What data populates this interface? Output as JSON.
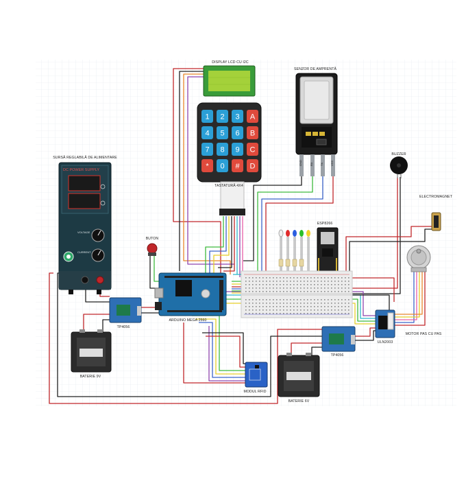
{
  "labels": {
    "lcd": "DISPLAY LCD CU I2C",
    "keypad": "TASTATURĂ 4X4",
    "fingerprint": "SENZOR DE AMPRENTĂ",
    "fp_pins": [
      "GND",
      "RX",
      "TX",
      "VCC"
    ],
    "buzzer": "BUZZER",
    "electromagnet": "ELECTROMAGNET",
    "psu": "SURSĂ REGLABILĂ DE ALIMENTARE",
    "psu_panel": "DC POWER SUPPLY",
    "psu_voltage": "VOLTAGE",
    "psu_current": "CURRENT",
    "button": "BUTON",
    "esp": "ESP8266",
    "mega": "ARDUINO MEGA 2560",
    "tp_left": "TP4056",
    "tp_right": "TP4056",
    "rfid": "MODUL RFID",
    "uln": "ULN2003",
    "motor": "MOTOR PAS CU PAS",
    "bat9": "BATERIE 9V",
    "bat6": "BATERIE 6V"
  },
  "keypad_keys": [
    "1",
    "2",
    "3",
    "A",
    "4",
    "5",
    "6",
    "B",
    "7",
    "8",
    "9",
    "C",
    "*",
    "0",
    "#",
    "D"
  ],
  "colors": {
    "lcd_screen": "#a4d13a",
    "key_blue": "#2b9fd6",
    "key_red": "#e04a3c",
    "arduino": "#1f6fa8",
    "module_blue": "#2e6fb5",
    "wire_red": "#c0262a",
    "wire_black": "#202020",
    "wire_green": "#3dba3d",
    "wire_yellow": "#e6cf2a",
    "wire_blue": "#3b63c9",
    "wire_purple": "#8e44ad",
    "wire_orange": "#e8862a",
    "wire_pink": "#e85fa8",
    "wire_cyan": "#2cb7c9"
  }
}
